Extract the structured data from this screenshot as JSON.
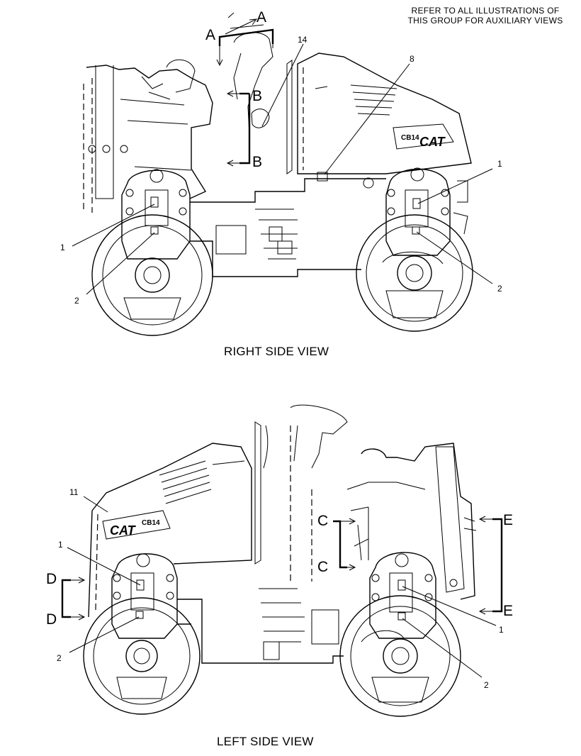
{
  "note_lines": [
    "REFER TO ALL ILLUSTRATIONS OF",
    "THIS GROUP FOR AUXILIARY VIEWS"
  ],
  "views": {
    "right": {
      "caption": "RIGHT SIDE VIEW",
      "callouts": [
        "1",
        "2",
        "14",
        "8",
        "1",
        "2"
      ],
      "section_letters": [
        "A",
        "A",
        "B",
        "B"
      ],
      "decal_model": "CB14",
      "decal_brand": "CAT"
    },
    "left": {
      "caption": "LEFT SIDE VIEW",
      "callouts": [
        "11",
        "1",
        "2",
        "1",
        "2"
      ],
      "section_letters": [
        "C",
        "C",
        "D",
        "D",
        "E",
        "E"
      ],
      "decal_model": "CB14",
      "decal_brand": "CAT"
    }
  },
  "colors": {
    "line": "#000000",
    "background": "#ffffff"
  }
}
